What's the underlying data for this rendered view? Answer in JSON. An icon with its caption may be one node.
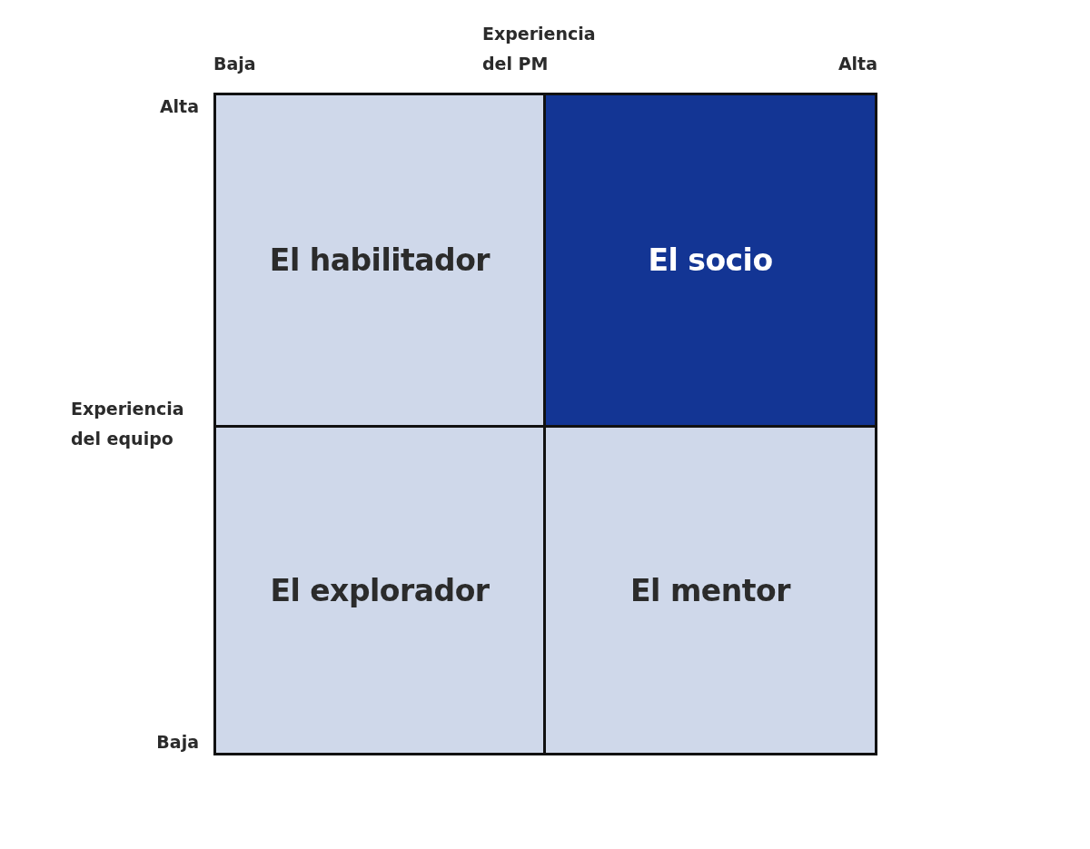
{
  "diagram": {
    "nodes": [
      {
        "text": [
          "El habilitador"
        ]
      },
      {
        "text": [
          "El socio"
        ]
      },
      {
        "text": [
          "El explorador"
        ]
      },
      {
        "text": [
          "El mentor"
        ]
      }
    ],
    "labels": [
      "Baja",
      "Experiencia del PM",
      "Alta",
      "Alta",
      "Experiencia del equipo",
      "Baja"
    ]
  }
}
